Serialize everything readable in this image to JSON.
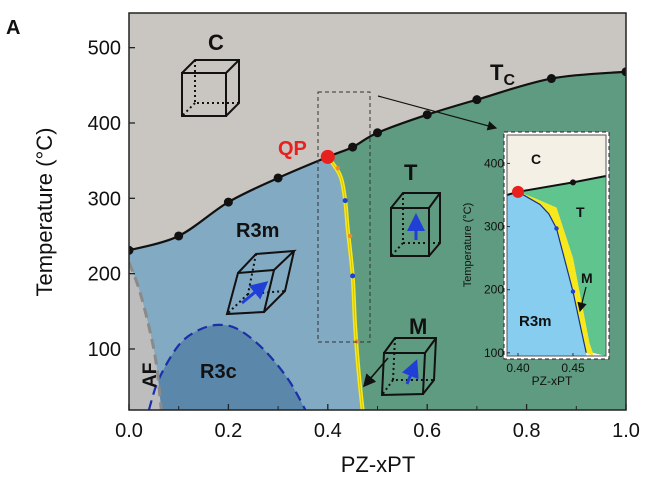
{
  "panel_label": "A",
  "chart_data": {
    "type": "phase-diagram",
    "xlabel": "PZ-xPT",
    "ylabel": "Temperature (°C)",
    "xlim": [
      0.0,
      1.0
    ],
    "ylim": [
      19,
      546
    ],
    "xticks": [
      "0.0",
      "0.2",
      "0.4",
      "0.6",
      "0.8",
      "1.0"
    ],
    "xtick_values": [
      0,
      0.2,
      0.4,
      0.6,
      0.8,
      1.0
    ],
    "yticks": [
      "100",
      "200",
      "300",
      "400",
      "500"
    ],
    "ytick_values": [
      100,
      200,
      300,
      400,
      500
    ],
    "tc_line": {
      "name": "Tc",
      "points": [
        [
          0,
          231
        ],
        [
          0.1,
          250
        ],
        [
          0.2,
          295
        ],
        [
          0.3,
          327
        ],
        [
          0.4,
          355
        ],
        [
          0.45,
          368
        ],
        [
          0.5,
          387
        ],
        [
          0.6,
          411
        ],
        [
          0.7,
          431
        ],
        [
          0.85,
          459
        ],
        [
          1.0,
          468
        ]
      ]
    },
    "quadruple_point": {
      "label": "QP",
      "x": 0.4,
      "y": 355
    },
    "mpb_line": [
      [
        0.4,
        355
      ],
      [
        0.425,
        330
      ],
      [
        0.435,
        297
      ],
      [
        0.44,
        260
      ],
      [
        0.45,
        197
      ],
      [
        0.455,
        130
      ],
      [
        0.462,
        70
      ],
      [
        0.47,
        19
      ]
    ],
    "mpb_blue_points": [
      [
        0.435,
        297
      ],
      [
        0.45,
        197
      ]
    ],
    "mpb_orange_points": [
      [
        0.42,
        340
      ],
      [
        0.445,
        250
      ],
      [
        0.458,
        110
      ]
    ],
    "r3c_boundary": [
      [
        0.04,
        19
      ],
      [
        0.06,
        60
      ],
      [
        0.1,
        105
      ],
      [
        0.14,
        125
      ],
      [
        0.18,
        132
      ],
      [
        0.22,
        126
      ],
      [
        0.27,
        100
      ],
      [
        0.32,
        60
      ],
      [
        0.355,
        19
      ]
    ],
    "af_boundary": [
      [
        0,
        215
      ],
      [
        0.02,
        180
      ],
      [
        0.04,
        130
      ],
      [
        0.055,
        80
      ],
      [
        0.065,
        19
      ]
    ],
    "phases": {
      "C": "C",
      "T": "T",
      "R3m": "R3m",
      "R3c": "R3c",
      "AF": "AF",
      "M": "M",
      "Tc_main": "T",
      "Tc_sub": "C"
    },
    "colors": {
      "C": "#c9c5c0",
      "R3m": "#82aac2",
      "R3c": "#5b87ab",
      "T": "#5f9b80",
      "AF": "#bdbdbd",
      "QP": "#e8201e",
      "mpb": "#f6e81a",
      "arrow": "#1f3fd6"
    },
    "inset": {
      "xlabel": "PZ-xPT",
      "ylabel": "Temperature (°C)",
      "xlim": [
        0.39,
        0.48
      ],
      "ylim": [
        95,
        445
      ],
      "xticks": [
        "0.40",
        "0.45"
      ],
      "xtick_values": [
        0.4,
        0.45
      ],
      "yticks": [
        "100",
        "200",
        "300",
        "400"
      ],
      "ytick_values": [
        100,
        200,
        300,
        400
      ],
      "tc_line": [
        [
          0.39,
          350
        ],
        [
          0.4,
          355
        ],
        [
          0.45,
          370
        ],
        [
          0.48,
          380
        ]
      ],
      "mpb_left": [
        [
          0.4,
          355
        ],
        [
          0.42,
          335
        ],
        [
          0.428,
          320
        ],
        [
          0.435,
          297
        ],
        [
          0.45,
          197
        ],
        [
          0.457,
          140
        ],
        [
          0.462,
          100
        ]
      ],
      "mpb_right": [
        [
          0.4,
          355
        ],
        [
          0.415,
          345
        ],
        [
          0.435,
          330
        ],
        [
          0.45,
          250
        ],
        [
          0.465,
          115
        ],
        [
          0.468,
          100
        ]
      ],
      "labels": {
        "C": "C",
        "T": "T",
        "M": "M",
        "R3m": "R3m"
      },
      "colors": {
        "C": "#f4f0e6",
        "R3m": "#86cdf0",
        "T": "#5fc48e",
        "mpb": "#f6e81a"
      }
    }
  }
}
